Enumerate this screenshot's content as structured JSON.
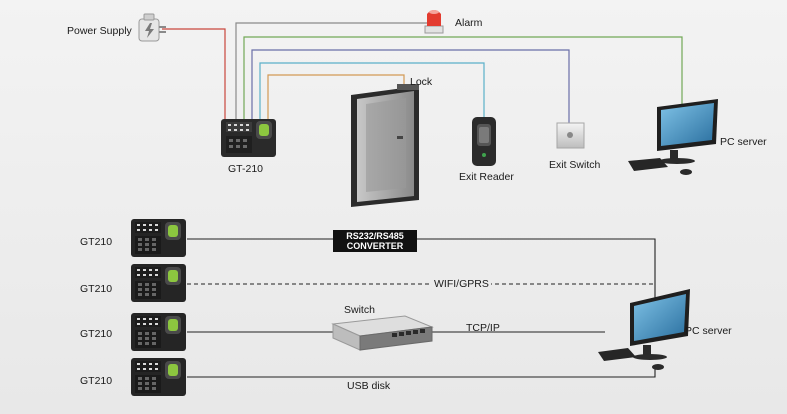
{
  "top_diagram": {
    "power_supply_label": "Power Supply",
    "alarm_label": "Alarm",
    "lock_label": "Lock",
    "device_label": "GT-210",
    "exit_reader_label": "Exit Reader",
    "exit_switch_label": "Exit Switch",
    "pc_server_label": "PC server"
  },
  "bottom_diagram": {
    "devices": [
      {
        "label": "GT210",
        "connection": "RS232/RS485 CONVERTER"
      },
      {
        "label": "GT210",
        "connection": "WIFI/GPRS"
      },
      {
        "label": "GT210",
        "connection": "TCP/IP"
      },
      {
        "label": "GT210",
        "connection": "USB disk"
      }
    ],
    "converter_line1": "RS232/RS485",
    "converter_line2": "CONVERTER",
    "wifi_label": "WIFI/GPRS",
    "switch_label": "Switch",
    "tcpip_label": "TCP/IP",
    "usb_label": "USB disk",
    "pc_server_label": "PC server"
  },
  "wire_colors": {
    "power": "#c9473d",
    "alarm": "#8a8a8a",
    "pc": "#72a857",
    "exit_switch": "#6a6fa8",
    "exit_reader": "#5bb0c9",
    "lock": "#d39a55"
  }
}
